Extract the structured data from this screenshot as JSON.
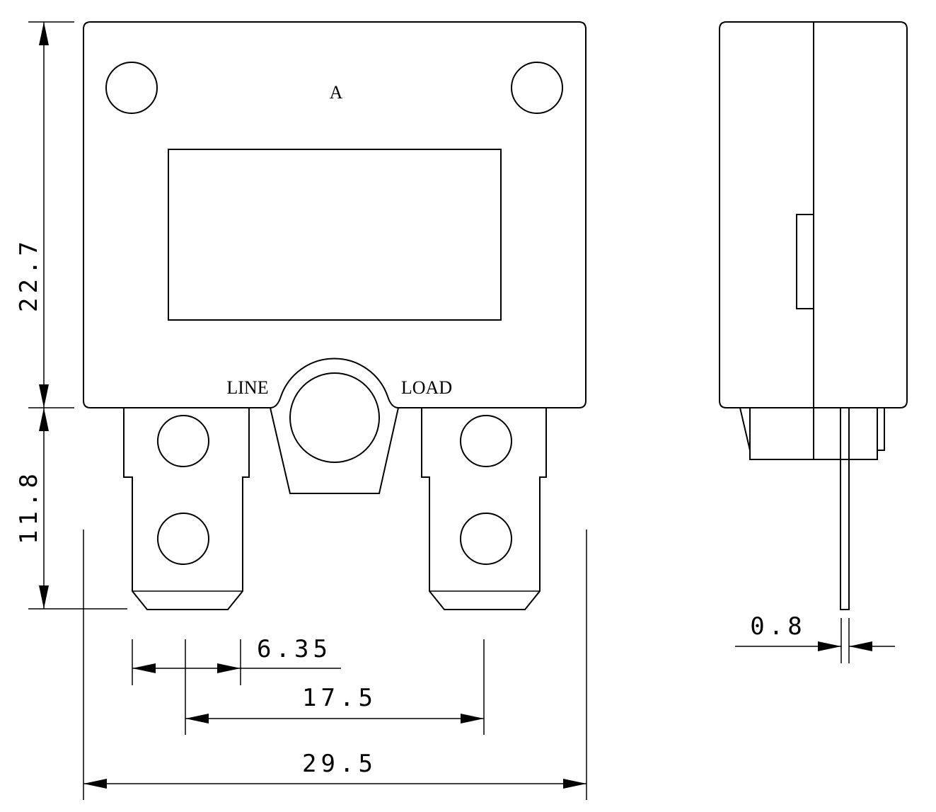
{
  "front_view": {
    "top_label": "A",
    "line_label": "LINE",
    "load_label": "LOAD"
  },
  "dimensions": {
    "height_body": "22.7",
    "height_terminals": "11.8",
    "terminal_width": "6.35",
    "terminal_pitch": "17.5",
    "overall_width": "29.5",
    "blade_thickness": "0.8"
  }
}
